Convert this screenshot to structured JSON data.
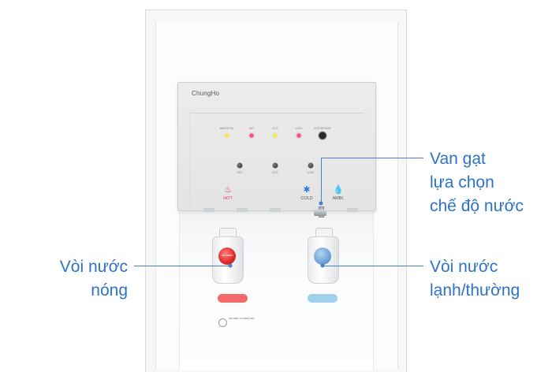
{
  "dispenser": {
    "brand": "ChungHo",
    "indicators": [
      "WATER FILL",
      "HOT",
      "ECO",
      "LOCK",
      "ECO SENSOR"
    ],
    "buttons": [
      "HOT",
      "ECO",
      "LOCK"
    ],
    "modes": {
      "hot": {
        "label": "HOT",
        "icon": "hot-water-icon",
        "color": "#e03a3a"
      },
      "cold": {
        "label": "COLD",
        "icon": "snowflake-icon",
        "color": "#2f7fd0"
      },
      "ambient": {
        "label": "AMBI.",
        "icon": "water-drop-icon",
        "color": "#555555"
      }
    },
    "hot_cap_text": "hot water",
    "lock_note": "hot water to safety lock"
  },
  "callouts": {
    "lever": {
      "line1": "Van gạt",
      "line2": "lựa chọn",
      "line3": "chế độ nước"
    },
    "hot_tap": {
      "line1": "Vòi nước",
      "line2": "nóng"
    },
    "cold_tap": {
      "line1": "Vòi nước",
      "line2": "lạnh/thường"
    }
  },
  "colors": {
    "callout": "#2e72c7",
    "hot_red": "#e0282b",
    "cold_blue": "#6fa2d6"
  }
}
